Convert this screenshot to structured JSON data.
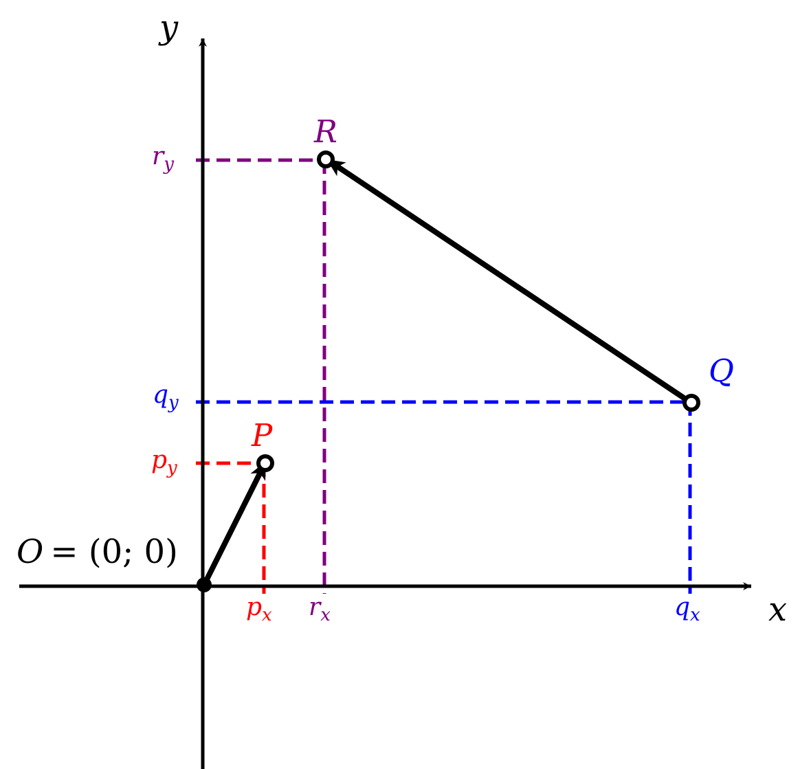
{
  "diagram": {
    "colors": {
      "axis": "#000000",
      "vector": "#000000",
      "p": "#ff0000",
      "q": "#0000ff",
      "r": "#800080"
    },
    "axes": {
      "x_label": "x",
      "y_label": "y"
    },
    "origin": {
      "label_letter": "O",
      "label_rest": "= (0; 0)"
    },
    "points": {
      "p": {
        "name": "P",
        "x_label_base": "p",
        "x_label_sub": "x",
        "y_label_base": "p",
        "y_label_sub": "y"
      },
      "q": {
        "name": "Q",
        "x_label_base": "q",
        "x_label_sub": "x",
        "y_label_base": "q",
        "y_label_sub": "y"
      },
      "r": {
        "name": "R",
        "x_label_base": "r",
        "x_label_sub": "x",
        "y_label_base": "r",
        "y_label_sub": "y"
      }
    },
    "vectors": [
      {
        "from": "origin",
        "to": "p"
      },
      {
        "from": "q",
        "to": "r"
      }
    ]
  }
}
